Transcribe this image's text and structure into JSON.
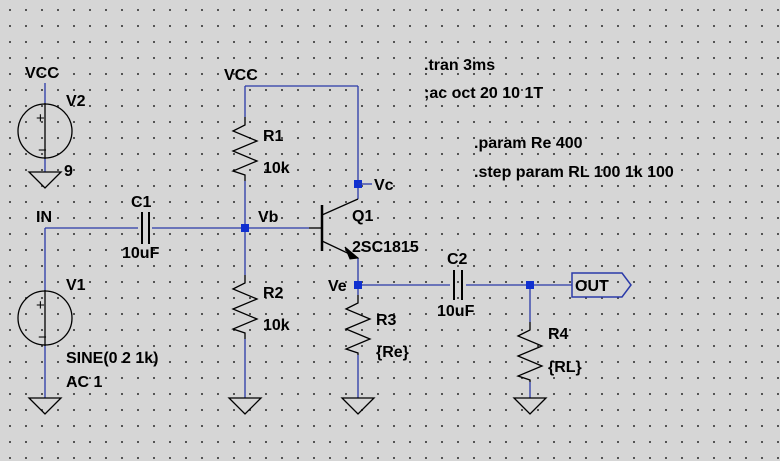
{
  "directives": {
    "tran": ".tran 3ms",
    "ac": ";ac oct 20 10 1T",
    "param": ".param Re 400",
    "step": ".step param RL 100 1k 100"
  },
  "components": {
    "v2": {
      "name": "V2",
      "value": "9",
      "net": "VCC"
    },
    "v1": {
      "name": "V1",
      "value1": "SINE(0 2 1k)",
      "value2": "AC 1"
    },
    "c1": {
      "name": "C1",
      "value": "10uF"
    },
    "c2": {
      "name": "C2",
      "value": "10uF"
    },
    "r1": {
      "name": "R1",
      "value": "10k"
    },
    "r2": {
      "name": "R2",
      "value": "10k"
    },
    "r3": {
      "name": "R3",
      "value": "{Re}"
    },
    "r4": {
      "name": "R4",
      "value": "{RL}"
    },
    "q1": {
      "name": "Q1",
      "value": "2SC1815"
    }
  },
  "nets": {
    "vcc_top": "VCC",
    "in": "IN",
    "vb": "Vb",
    "vc": "Vc",
    "ve": "Ve",
    "out": "OUT"
  },
  "colors": {
    "wire": "#2a3aa8",
    "node": "#1030d0",
    "component": "#000000",
    "background": "#d6d6d6"
  }
}
